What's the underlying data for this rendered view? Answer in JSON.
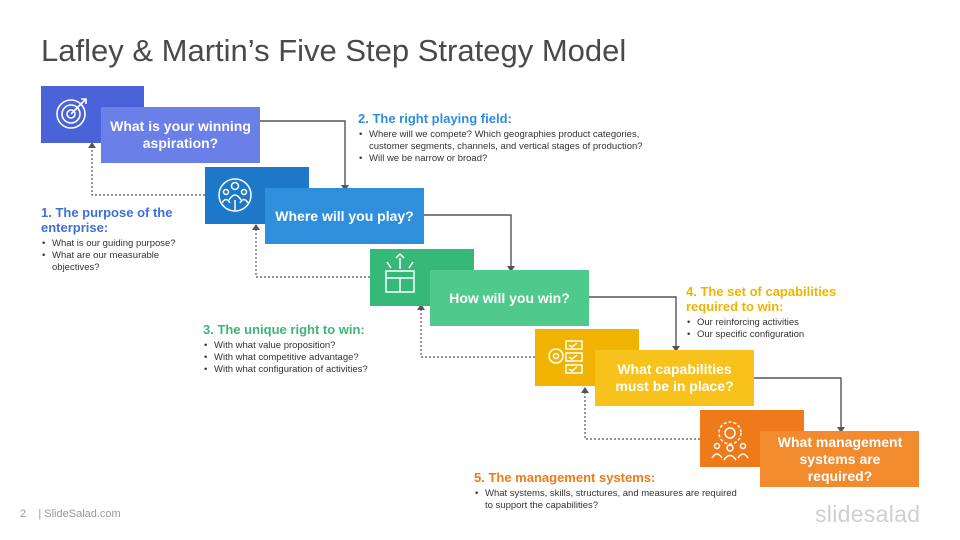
{
  "title": "Lafley & Martin’s Five Step Strategy Model",
  "steps": [
    {
      "label": "What is your winning aspiration?",
      "icon": "target-icon",
      "color": "#6b7fe8"
    },
    {
      "label": "Where will you play?",
      "icon": "team-icon",
      "color": "#2f8fdc"
    },
    {
      "label": "How will you win?",
      "icon": "prize-box-icon",
      "color": "#4fc98c"
    },
    {
      "label": "What capabilities must be in place?",
      "icon": "checklist-gear-icon",
      "color": "#f7c21c"
    },
    {
      "label": "What management systems are required?",
      "icon": "gear-people-icon",
      "color": "#f27b1d"
    }
  ],
  "notes": [
    {
      "heading": "1. The purpose of the enterprise:",
      "color": "#3f6fd8",
      "bullets": [
        "What is our guiding purpose?",
        "What are our measurable objectives?"
      ]
    },
    {
      "heading": "2. The right playing field:",
      "color": "#2f8fdc",
      "bullets": [
        "Where will we compete? Which geographies product categories, customer segments, channels, and vertical stages of production?",
        "Will we be narrow or broad?"
      ]
    },
    {
      "heading": "3. The unique right to win:",
      "color": "#3db57a",
      "bullets": [
        "With what value proposition?",
        "With what competitive advantage?",
        "With what configuration of activities?"
      ]
    },
    {
      "heading": "4. The set of capabilities required to win:",
      "color": "#f0b400",
      "bullets": [
        "Our reinforcing activities",
        "Our specific configuration"
      ]
    },
    {
      "heading": "5. The management systems:",
      "color": "#ee7a1a",
      "bullets": [
        "What systems, skills, structures, and measures are required to support the capabilities?"
      ]
    }
  ],
  "footer": {
    "page": "2",
    "site": "| SlideSalad.com",
    "brand": "slidesalad"
  }
}
